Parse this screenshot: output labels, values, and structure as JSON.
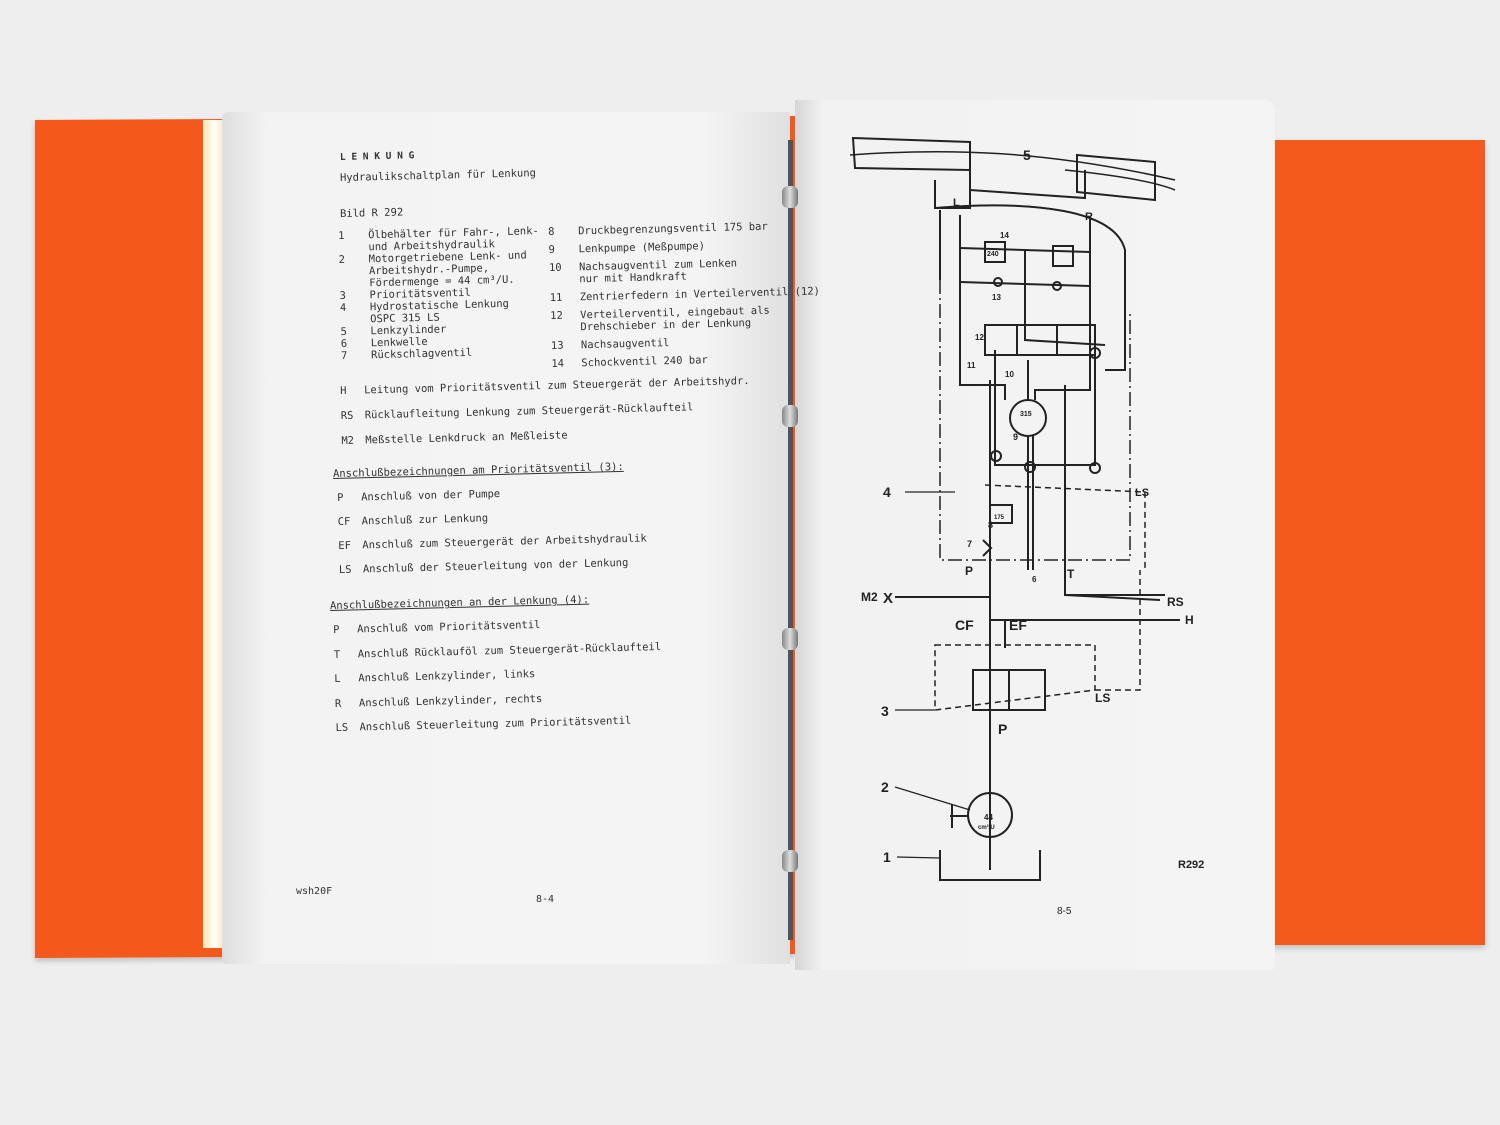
{
  "left_page": {
    "section": "L E N K U N G",
    "title": "Hydraulikschaltplan für Lenkung",
    "figure": "Bild R 292",
    "legend_left": [
      {
        "n": "1",
        "lines": [
          "Ölbehälter für Fahr-, Lenk-",
          "und Arbeitshydraulik"
        ]
      },
      {
        "n": "2",
        "lines": [
          "Motorgetriebene Lenk- und",
          "Arbeitshydr.-Pumpe,",
          "Fördermenge = 44 cm³/U."
        ]
      },
      {
        "n": "3",
        "lines": [
          "Prioritätsventil"
        ]
      },
      {
        "n": "4",
        "lines": [
          "Hydrostatische Lenkung",
          "OSPC 315 LS"
        ]
      },
      {
        "n": "5",
        "lines": [
          "Lenkzylinder"
        ]
      },
      {
        "n": "6",
        "lines": [
          "Lenkwelle"
        ]
      },
      {
        "n": "7",
        "lines": [
          "Rückschlagventil"
        ]
      }
    ],
    "legend_right": [
      {
        "n": "8",
        "lines": [
          "Druckbegrenzungsventil 175 bar"
        ]
      },
      {
        "n": "9",
        "lines": [
          "Lenkpumpe (Meßpumpe)"
        ]
      },
      {
        "n": "10",
        "lines": [
          "Nachsaugventil zum Lenken",
          "nur mit Handkraft"
        ]
      },
      {
        "n": "11",
        "lines": [
          "Zentrierfedern in Verteilerventil (12)"
        ]
      },
      {
        "n": "12",
        "lines": [
          "Verteilerventil, eingebaut als",
          "Drehschieber in der Lenkung"
        ]
      },
      {
        "n": "13",
        "lines": [
          "Nachsaugventil"
        ]
      },
      {
        "n": "14",
        "lines": [
          "Schockventil 240 bar"
        ]
      }
    ],
    "lines": [
      {
        "code": "H",
        "text": "Leitung vom Prioritätsventil zum Steuergerät der Arbeitshydr."
      },
      {
        "code": "RS",
        "text": "Rücklaufleitung Lenkung zum Steuergerät-Rücklaufteil"
      },
      {
        "code": "M2",
        "text": "Meßstelle Lenkdruck an Meßleiste"
      }
    ],
    "priority_heading": "Anschlußbezeichnungen am Prioritätsventil (3):",
    "priority_ports": [
      {
        "code": "P",
        "text": "Anschluß von der Pumpe"
      },
      {
        "code": "CF",
        "text": "Anschluß zur Lenkung"
      },
      {
        "code": "EF",
        "text": "Anschluß zum Steuergerät der Arbeitshydraulik"
      },
      {
        "code": "LS",
        "text": "Anschluß der Steuerleitung von der Lenkung"
      }
    ],
    "steering_heading": "Anschlußbezeichnungen an der Lenkung (4):",
    "steering_ports": [
      {
        "code": "P",
        "text": "Anschluß vom Prioritätsventil"
      },
      {
        "code": "T",
        "text": "Anschluß Rücklauföl zum Steuergerät-Rücklaufteil"
      },
      {
        "code": "L",
        "text": "Anschluß Lenkzylinder, links"
      },
      {
        "code": "R",
        "text": "Anschluß Lenkzylinder, rechts"
      },
      {
        "code": "LS",
        "text": "Anschluß Steuerleitung zum Prioritätsventil"
      }
    ],
    "footer_left": "wsh20F",
    "page_number": "8-4"
  },
  "right_page": {
    "labels": {
      "cyl": "5",
      "L": "L",
      "R": "R",
      "n14": "14",
      "v240": "240",
      "n13": "13",
      "n12": "12",
      "n11": "11",
      "n10": "10",
      "v315": "315",
      "n9": "9",
      "n4": "4",
      "LS1": "LS",
      "n8": "8",
      "v175": "175",
      "n7": "7",
      "P1": "P",
      "n6": "6",
      "T": "T",
      "M2": "M2",
      "RS": "RS",
      "H": "H",
      "CF": "CF",
      "EF": "EF",
      "n3": "3",
      "LS2": "LS",
      "P2": "P",
      "n2": "2",
      "v44": "44",
      "unit": "cm³/U",
      "n1": "1"
    },
    "figure_code": "R292",
    "page_number": "8-5"
  },
  "colors": {
    "folder": "#f4581a",
    "paper": "#f4f4f4",
    "ink": "#222222"
  }
}
